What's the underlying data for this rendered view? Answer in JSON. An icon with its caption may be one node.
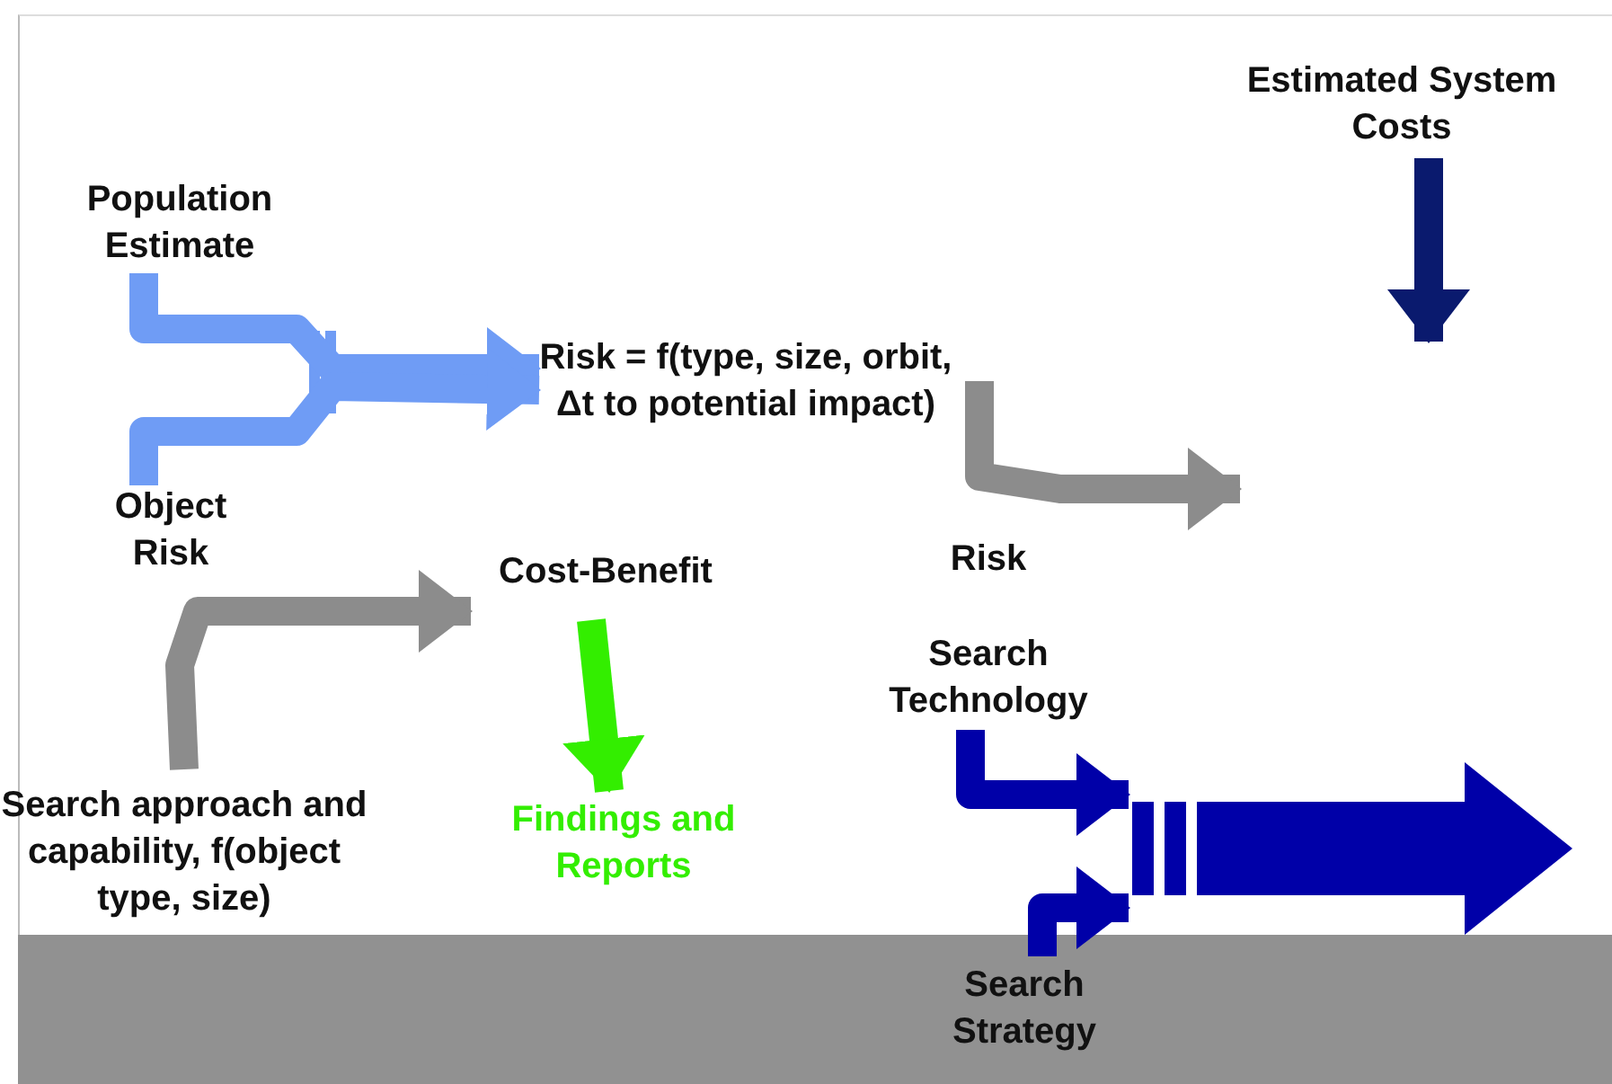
{
  "diagram": {
    "nodes": [
      {
        "text": [
          "Population Estimate"
        ]
      },
      {
        "text": [
          "Object Risk"
        ]
      },
      {
        "text": [
          "Risk = f(type, size, orbit, Δt to potential impact)"
        ]
      },
      {
        "text": [
          "Estimated System Costs"
        ]
      },
      {
        "text": [
          "Cost-Benefit"
        ]
      },
      {
        "text": [
          "Risk"
        ]
      },
      {
        "text": [
          "Search approach and capability, f(object type, size)"
        ]
      },
      {
        "text": [
          "Findings and Reports"
        ]
      },
      {
        "text": [
          "Search Technology"
        ]
      },
      {
        "text": [
          "Search Strategy"
        ]
      },
      {
        "text": [],
        "shape": "arrow"
      }
    ],
    "edges": [
      {
        "from": 0,
        "to": 2,
        "arrow": "to",
        "color": "#6f9cf5"
      },
      {
        "from": 1,
        "to": 2,
        "arrow": "to",
        "color": "#6f9cf5"
      },
      {
        "from": 2,
        "to": null,
        "arrow": "to",
        "color": "#8c8c8c"
      },
      {
        "from": 3,
        "to": null,
        "arrow": "to",
        "color": "#0a1a6e"
      },
      {
        "from": 6,
        "to": 4,
        "arrow": "to",
        "color": "#8c8c8c"
      },
      {
        "from": 4,
        "to": 7,
        "arrow": "to",
        "color": "#33ee00"
      },
      {
        "from": 8,
        "to": 10,
        "arrow": "to",
        "color": "#0000a8"
      },
      {
        "from": 9,
        "to": 10,
        "arrow": "to",
        "color": "#0000a8"
      }
    ]
  }
}
